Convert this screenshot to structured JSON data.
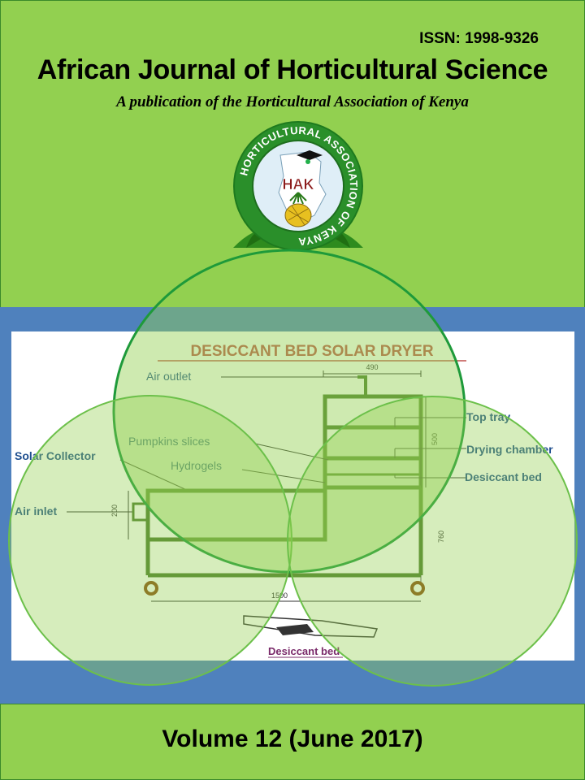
{
  "header": {
    "issn": "ISSN: 1998-9326",
    "title": "African Journal of Horticultural Science",
    "subtitle": "A publication of the Horticultural Association of Kenya"
  },
  "logo": {
    "ring_text": "HORTICULTURAL ASSOCIATION OF KENYA",
    "abbrev": "HAK"
  },
  "figure": {
    "title": "DESICCANT BED SOLAR DRYER",
    "labels": {
      "air_outlet": "Air outlet",
      "pumpkin_slices": "Pumpkins slices",
      "hydrogels": "Hydrogels",
      "solar_collector": "Solar Collector",
      "air_inlet": "Air inlet",
      "top_tray": "Top tray",
      "drying_chamber": "Drying chamber",
      "desiccant_bed": "Desiccant bed",
      "desiccant_bed_caption": "Desiccant bed"
    },
    "dims": {
      "width_top": "490",
      "height_chamber": "500",
      "height_collector": "200",
      "height_total": "760",
      "length": "1500"
    }
  },
  "footer": {
    "volume": "Volume 12  (June  2017)"
  },
  "colors": {
    "green_bg": "#92d050",
    "blue_band": "#4f81bd",
    "dryer_frame": "#4a7a2a",
    "title_red": "#c0504d"
  }
}
